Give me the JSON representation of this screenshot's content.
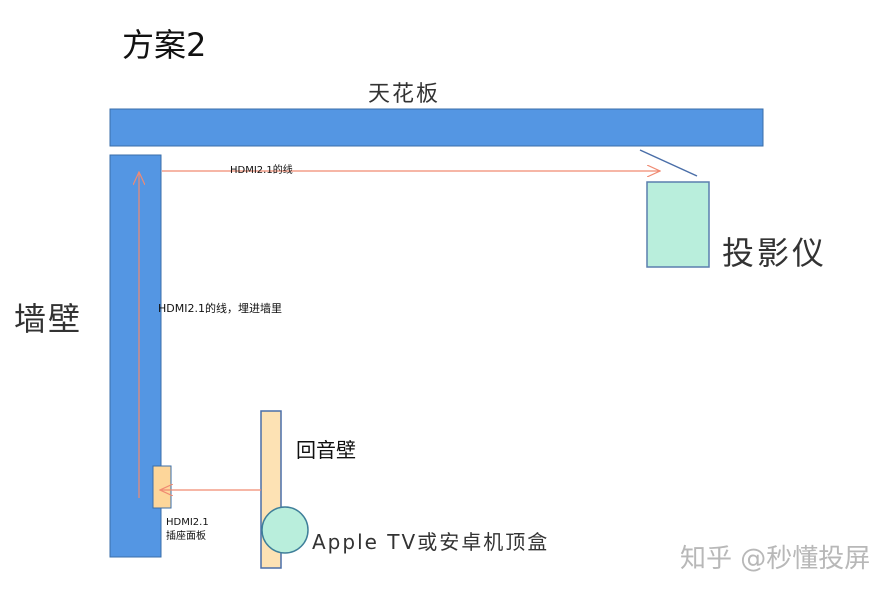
{
  "title": "方案2",
  "labels": {
    "ceiling": "天花板",
    "wall": "墙壁",
    "projector": "投影仪",
    "soundbar": "回音壁",
    "device": "Apple TV或安卓机顶盒",
    "cable_top": "HDMI2.1的线",
    "cable_wall": "HDMI2.1的线，埋进墙里",
    "panel_line1": "HDMI2.1",
    "panel_line2": "插座面板"
  },
  "watermark": "知乎 @秒懂投屏",
  "colors": {
    "structure_blue": "#5496e3",
    "structure_border": "#3a6ea8",
    "projector_fill": "#b9eedc",
    "projector_border": "#5a7fae",
    "soundbar_fill": "#fde2b4",
    "panel_fill": "#fdd69a",
    "device_fill": "#b9eedc",
    "device_border": "#3f7f9a",
    "cable": "#f08a72",
    "mount_line": "#4a6ea8"
  }
}
